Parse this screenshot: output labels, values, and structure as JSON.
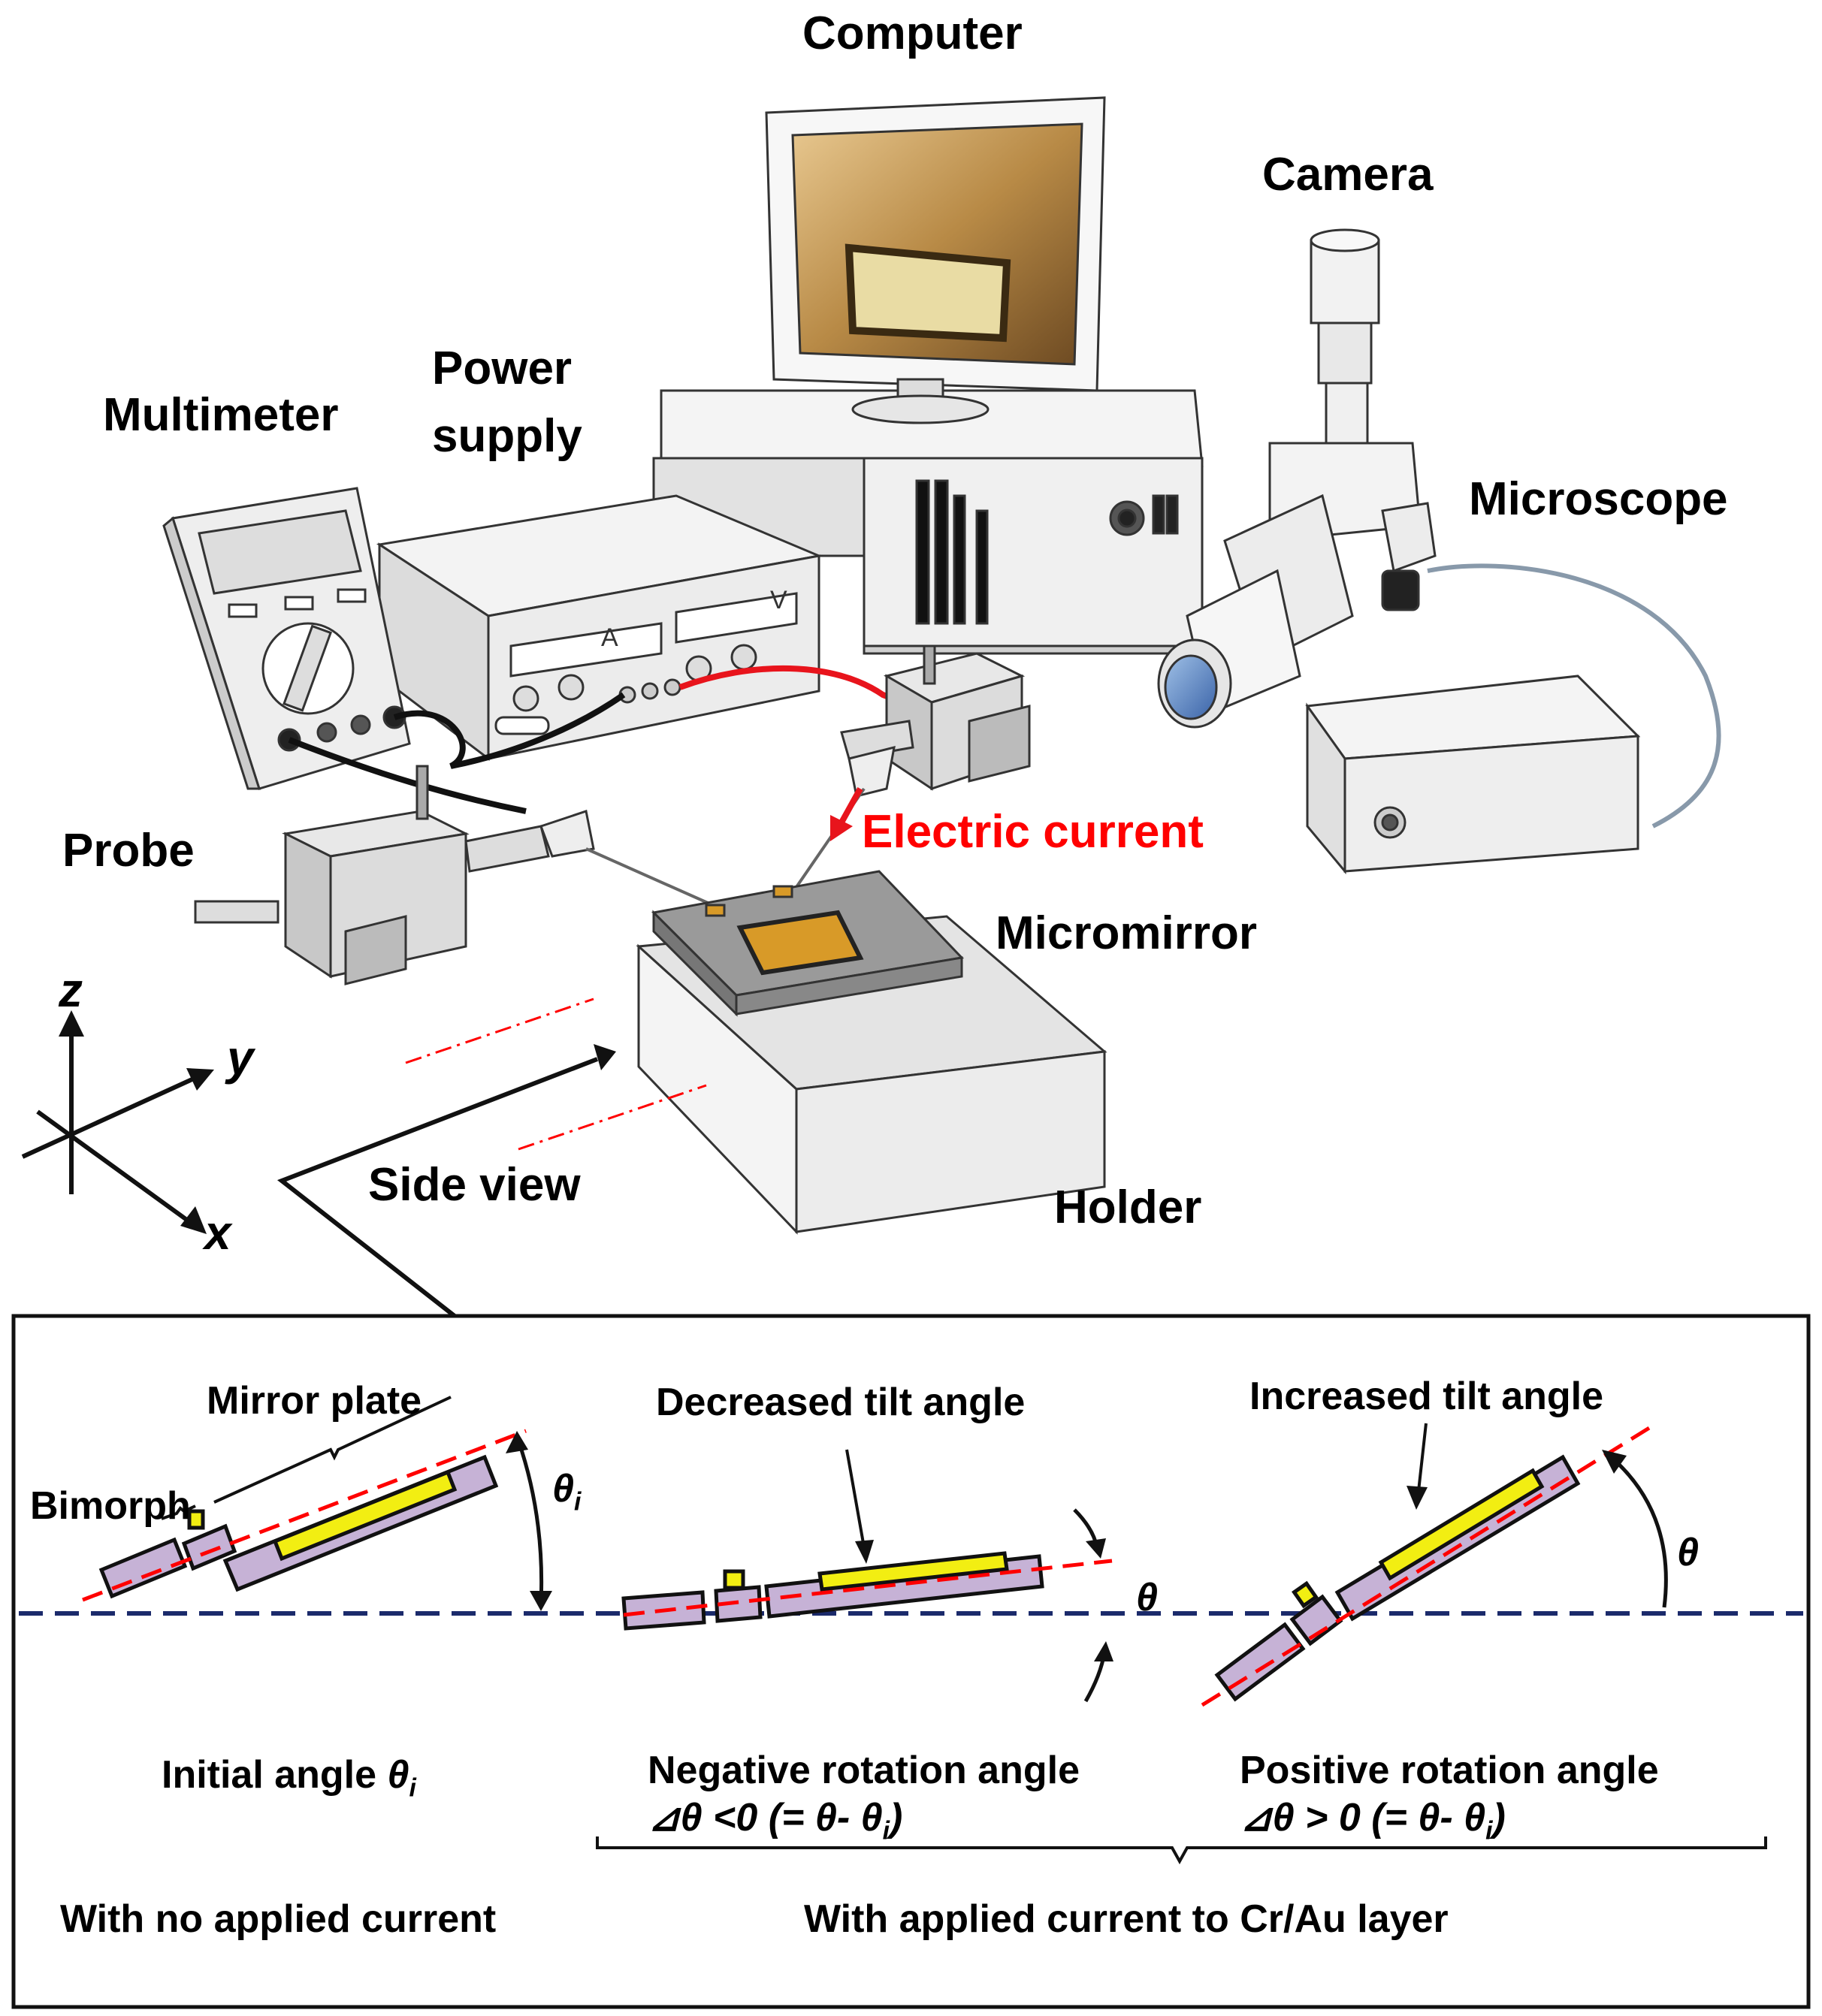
{
  "labels": {
    "computer": "Computer",
    "camera": "Camera",
    "power_supply_1": "Power",
    "power_supply_2": "supply",
    "multimeter": "Multimeter",
    "microscope": "Microscope",
    "electric_current": "Electric current",
    "probe": "Probe",
    "micromirror": "Micromirror",
    "side_view": "Side view",
    "holder": "Holder",
    "axis_z": "z",
    "axis_y": "y",
    "axis_x": "x",
    "psu_ammeter": "A",
    "psu_voltmeter": "V"
  },
  "side_view_panel": {
    "mirror_plate": "Mirror plate",
    "bimorph": "Bimorph",
    "theta_i_symbol": "θ",
    "theta_i_sub": "i",
    "theta_symbol": "θ",
    "decreased_tilt": "Decreased tilt angle",
    "increased_tilt": "Increased tilt angle",
    "initial_angle_text": "Initial angle ",
    "initial_angle_sym": "θ",
    "initial_angle_sub": "i",
    "negative_rotation": "Negative rotation angle",
    "negative_formula": "⊿θ <0 (= θ- θ",
    "negative_formula_sub": "i",
    "negative_formula_end": ")",
    "positive_rotation": "Positive rotation angle",
    "positive_formula": "⊿θ > 0 (= θ- θ",
    "positive_formula_sub": "i",
    "positive_formula_end": ")",
    "no_current": "With no applied current",
    "applied_current": "With applied current to Cr/Au layer"
  },
  "colors": {
    "current_wire": "#e8141c",
    "mirror_plate": "#c6b2d6",
    "gold_layer": "#f2ee12",
    "reference_line": "#1b2a6b",
    "axis_dash": "#ff0000",
    "screen": "#c89a4e",
    "chip": "#d89a28"
  }
}
